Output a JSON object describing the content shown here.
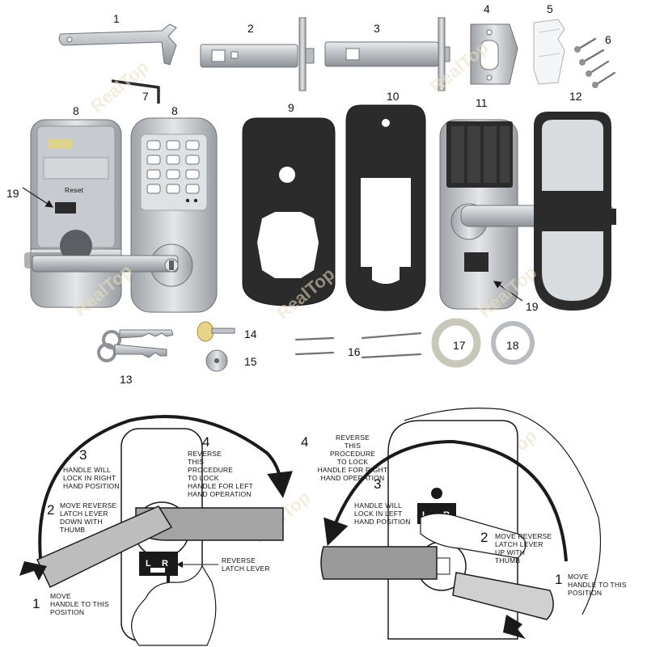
{
  "parts": [
    {
      "n": "1"
    },
    {
      "n": "2"
    },
    {
      "n": "3"
    },
    {
      "n": "4"
    },
    {
      "n": "5"
    },
    {
      "n": "6"
    },
    {
      "n": "7"
    },
    {
      "n": "8"
    },
    {
      "n": "8"
    },
    {
      "n": "9"
    },
    {
      "n": "10"
    },
    {
      "n": "11"
    },
    {
      "n": "12"
    },
    {
      "n": "13"
    },
    {
      "n": "14"
    },
    {
      "n": "15"
    },
    {
      "n": "16"
    },
    {
      "n": "17"
    },
    {
      "n": "18"
    },
    {
      "n": "19"
    },
    {
      "n": "19"
    }
  ],
  "keypad_marks": "LR",
  "reset_label": "Reset",
  "watermark": "RealTop",
  "left_panel": {
    "step1_num": "1",
    "step1_lines": [
      "MOVE",
      "HANDLE TO THIS",
      "POSITION"
    ],
    "step2_num": "2",
    "step2_lines": [
      "MOVE REVERSE",
      "LATCH LEVER",
      "DOWN WITH",
      "THUMB"
    ],
    "step3_num": "3",
    "step3_lines": [
      "HANDLE WILL",
      "LOCK IN RIGHT",
      "HAND POSITION"
    ],
    "step4_num": "4",
    "step4_lines": [
      "REVERSE",
      "THIS",
      "PROCEDURE",
      "TO LOCK",
      "HANDLE FOR LEFT",
      "HAND OPERATION"
    ],
    "latch_lines": [
      "REVERSE",
      "LATCH LEVER"
    ],
    "lr": [
      "L",
      "R"
    ]
  },
  "right_panel": {
    "step1_num": "1",
    "step1_lines": [
      "MOVE",
      "HANDLE TO THIS",
      "POSITION"
    ],
    "step2_num": "2",
    "step2_lines": [
      "MOVE REVERSE",
      "LATCH LEVER",
      "UP WITH",
      "THUMB"
    ],
    "step3_num": "3",
    "step3_lines": [
      "HANDLE WILL",
      "LOCK IN LEFT",
      "HAND POSITION"
    ],
    "step4_num": "4",
    "step4_lines": [
      "REVERSE",
      "THIS",
      "PROCEDURE",
      "TO LOCK",
      "HANDLE FOR RIGHT",
      "HAND OPERATION"
    ],
    "lr": [
      "L",
      "R"
    ]
  },
  "colors": {
    "metal": "#c9cccf",
    "metal_dark": "#8f9397",
    "gasket": "#2b2b2b",
    "arrow": "#1a1a1a",
    "handle_grey": "#a4a4a4"
  }
}
